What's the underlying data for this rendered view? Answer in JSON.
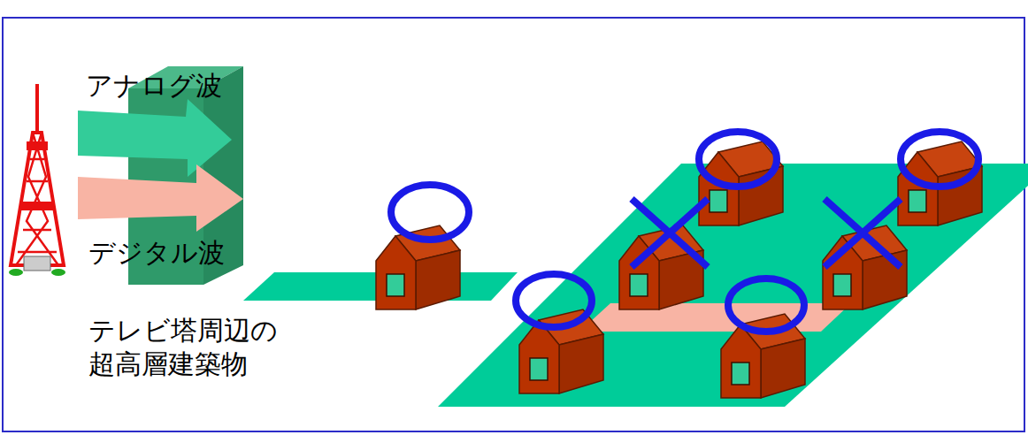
{
  "diagram": {
    "labels": [
      "アナログ波",
      "デジタル波",
      "テレビ塔周辺の 超高層建築物"
    ]
  }
}
